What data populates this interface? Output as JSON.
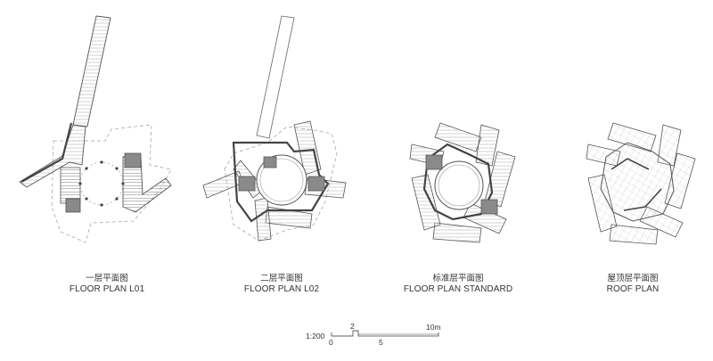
{
  "colors": {
    "line": "#555555",
    "thin": "#9a9a9a",
    "dash": "#a6a6a6",
    "core": "#8a8a8a",
    "tile": "#bdbdbd",
    "background": "#ffffff"
  },
  "plans": [
    {
      "label_cn": "一层平面图",
      "label_en": "FLOOR PLAN L01"
    },
    {
      "label_cn": "二层平面图",
      "label_en": "FLOOR PLAN L02"
    },
    {
      "label_cn": "标准层平面图",
      "label_en": "FLOOR PLAN STANDARD"
    },
    {
      "label_cn": "屋顶层平面图",
      "label_en": "ROOF PLAN"
    }
  ],
  "scale_bar": {
    "ratio": "1:200",
    "ticks": [
      "0",
      "2",
      "5",
      "10m"
    ]
  }
}
